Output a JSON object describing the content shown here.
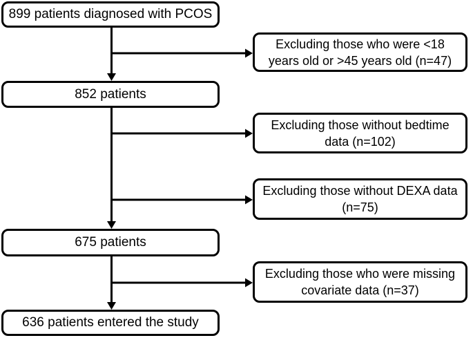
{
  "diagram": {
    "type": "flowchart",
    "colors": {
      "background": "#ffffff",
      "border": "#000000",
      "text": "#000000",
      "line": "#000000"
    },
    "flow_boxes": [
      {
        "label": "899 patients diagnosed with PCOS"
      },
      {
        "label": "852 patients"
      },
      {
        "label": "675 patients"
      },
      {
        "label": "636 patients entered the study"
      }
    ],
    "exclusion_boxes": [
      {
        "label": "Excluding those who were <18 years old or >45 years old (n=47)",
        "lines": [
          "Excluding those who were <18",
          "years old or >45 years old (n=47)"
        ]
      },
      {
        "label": "Excluding those without bedtime data (n=102)",
        "lines": [
          "Excluding those without bedtime",
          "data (n=102)"
        ]
      },
      {
        "label": "Excluding those without DEXA data (n=75)",
        "lines": [
          "Excluding those without DEXA data",
          "(n=75)"
        ]
      },
      {
        "label": "Excluding those who were missing covariate data (n=37)",
        "lines": [
          "Excluding those who were missing",
          "covariate data (n=37)"
        ]
      }
    ]
  }
}
